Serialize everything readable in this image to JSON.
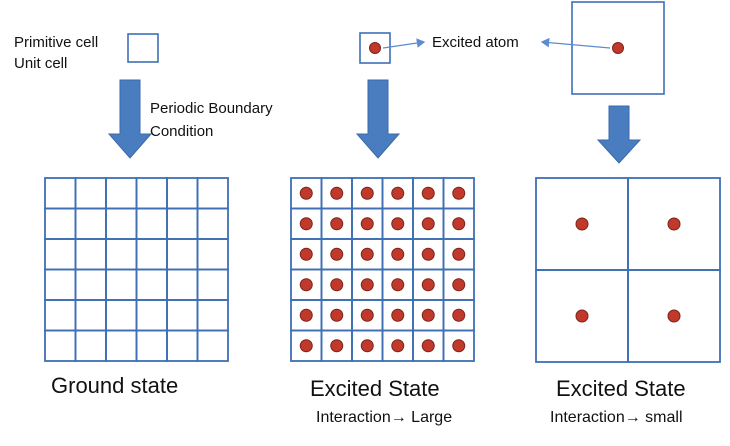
{
  "labels": {
    "primitive_cell": "Primitive cell",
    "unit_cell": "Unit cell",
    "pbc_line1": "Periodic Boundary",
    "pbc_line2": "Condition",
    "excited_atom": "Excited atom"
  },
  "panels": {
    "ground": {
      "title": "Ground state",
      "grid_cells": 6
    },
    "excited_large": {
      "title": "Excited State",
      "subtitle_prefix": "Interaction",
      "subtitle_arrow": "→",
      "subtitle_value": "Large",
      "grid_cells": 6
    },
    "excited_small": {
      "title": "Excited State",
      "subtitle_prefix": "Interaction",
      "subtitle_arrow": "→",
      "subtitle_value": "small",
      "grid_cells": 2
    }
  },
  "colors": {
    "grid_stroke": "#3f6fb5",
    "arrow_fill": "#4a7cc0",
    "atom_fill": "#c0392b",
    "atom_stroke": "#7b241c",
    "pointer_line": "#5b8bd0"
  }
}
